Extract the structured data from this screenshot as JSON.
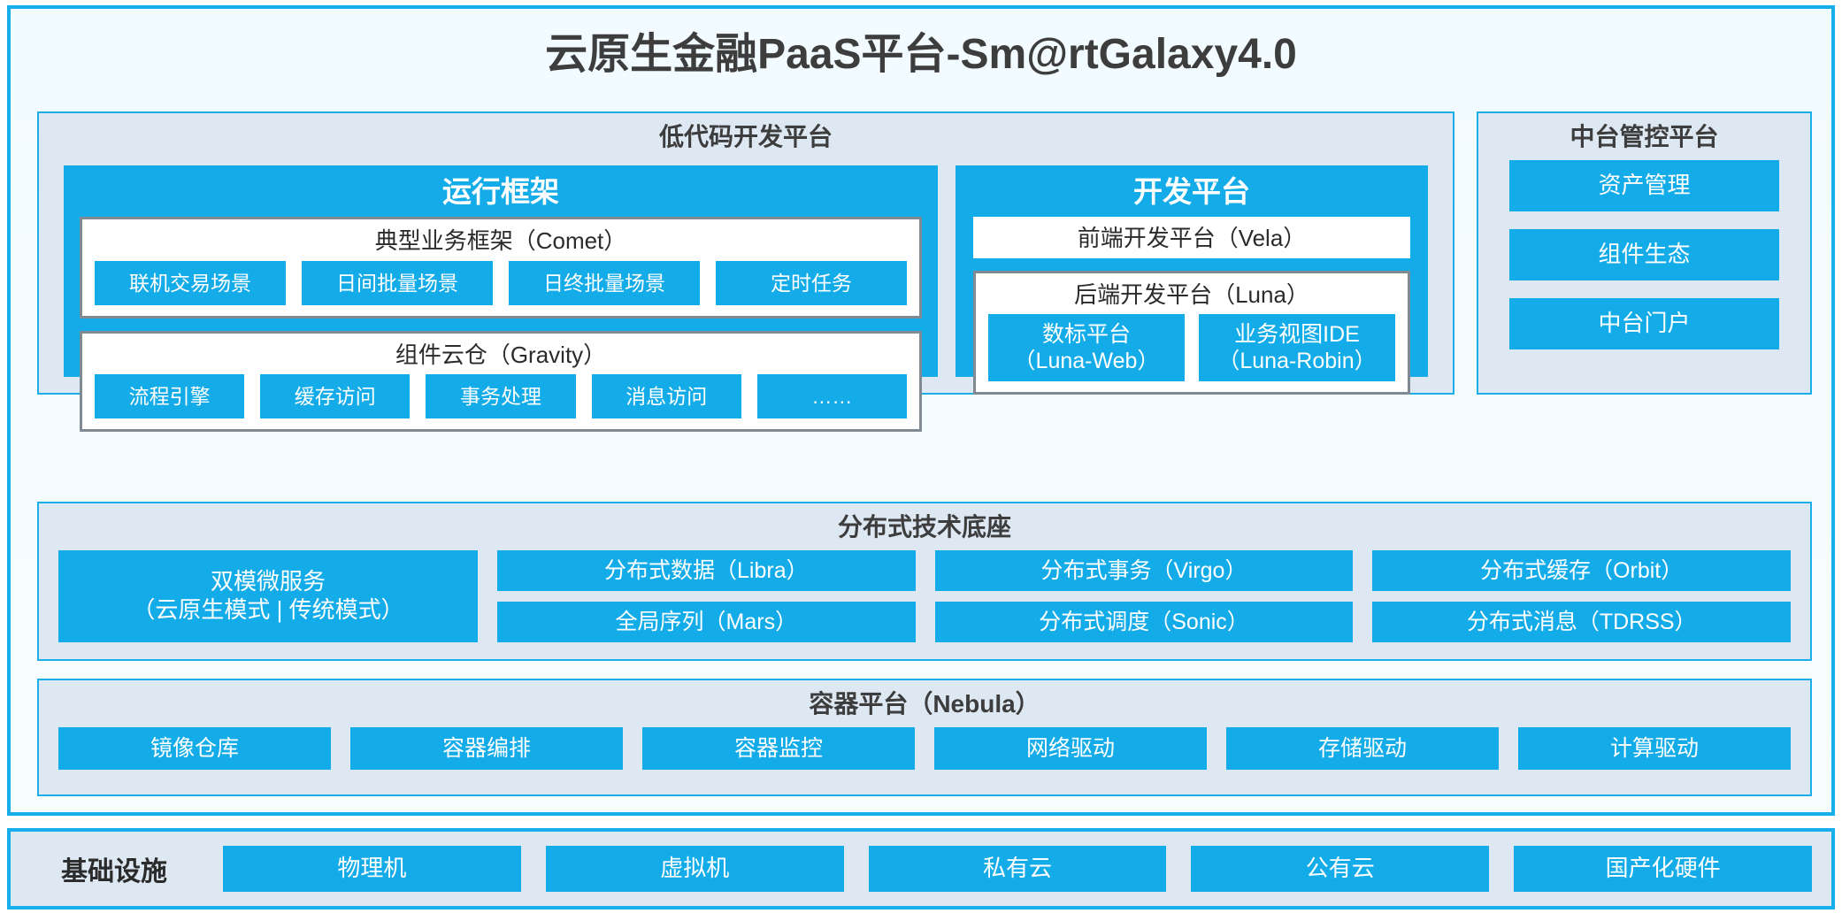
{
  "title": "云原生金融PaaS平台-Sm@rtGalaxy4.0",
  "colors": {
    "accent": "#18AEEB",
    "box_blue": "#14ACE8",
    "panel_bg": "#dde8f3",
    "card_bg": "#f2fbff",
    "inner_border": "#808a93",
    "text_dark": "#3d3d3d",
    "text_white": "#ffffff"
  },
  "low_code_platform": {
    "title": "低代码开发平台",
    "runtime_framework": {
      "title": "运行框架",
      "groups": [
        {
          "heading": "典型业务框架（Comet）",
          "items": [
            "联机交易场景",
            "日间批量场景",
            "日终批量场景",
            "定时任务"
          ]
        },
        {
          "heading": "组件云仓（Gravity）",
          "items": [
            "流程引擎",
            "缓存访问",
            "事务处理",
            "消息访问",
            "……"
          ]
        }
      ]
    },
    "development_platform": {
      "title": "开发平台",
      "frontend": {
        "heading": "前端开发平台（Vela）"
      },
      "backend": {
        "heading": "后端开发平台（Luna）",
        "items": [
          {
            "line1": "数标平台",
            "line2": "（Luna-Web）"
          },
          {
            "line1": "业务视图IDE",
            "line2": "（Luna-Robin）"
          }
        ]
      }
    }
  },
  "mid_office_platform": {
    "title": "中台管控平台",
    "items": [
      "资产管理",
      "组件生态",
      "中台门户"
    ]
  },
  "distributed_base": {
    "title": "分布式技术底座",
    "wide_item": {
      "line1": "双模微服务",
      "line2": "（云原生模式 | 传统模式）"
    },
    "columns": [
      [
        "分布式数据（Libra）",
        "全局序列（Mars）"
      ],
      [
        "分布式事务（Virgo）",
        "分布式调度（Sonic）"
      ],
      [
        "分布式缓存（Orbit）",
        "分布式消息（TDRSS）"
      ]
    ]
  },
  "container_platform": {
    "title": "容器平台（Nebula）",
    "items": [
      "镜像仓库",
      "容器编排",
      "容器监控",
      "网络驱动",
      "存储驱动",
      "计算驱动"
    ]
  },
  "infrastructure": {
    "label": "基础设施",
    "items": [
      "物理机",
      "虚拟机",
      "私有云",
      "公有云",
      "国产化硬件"
    ]
  }
}
